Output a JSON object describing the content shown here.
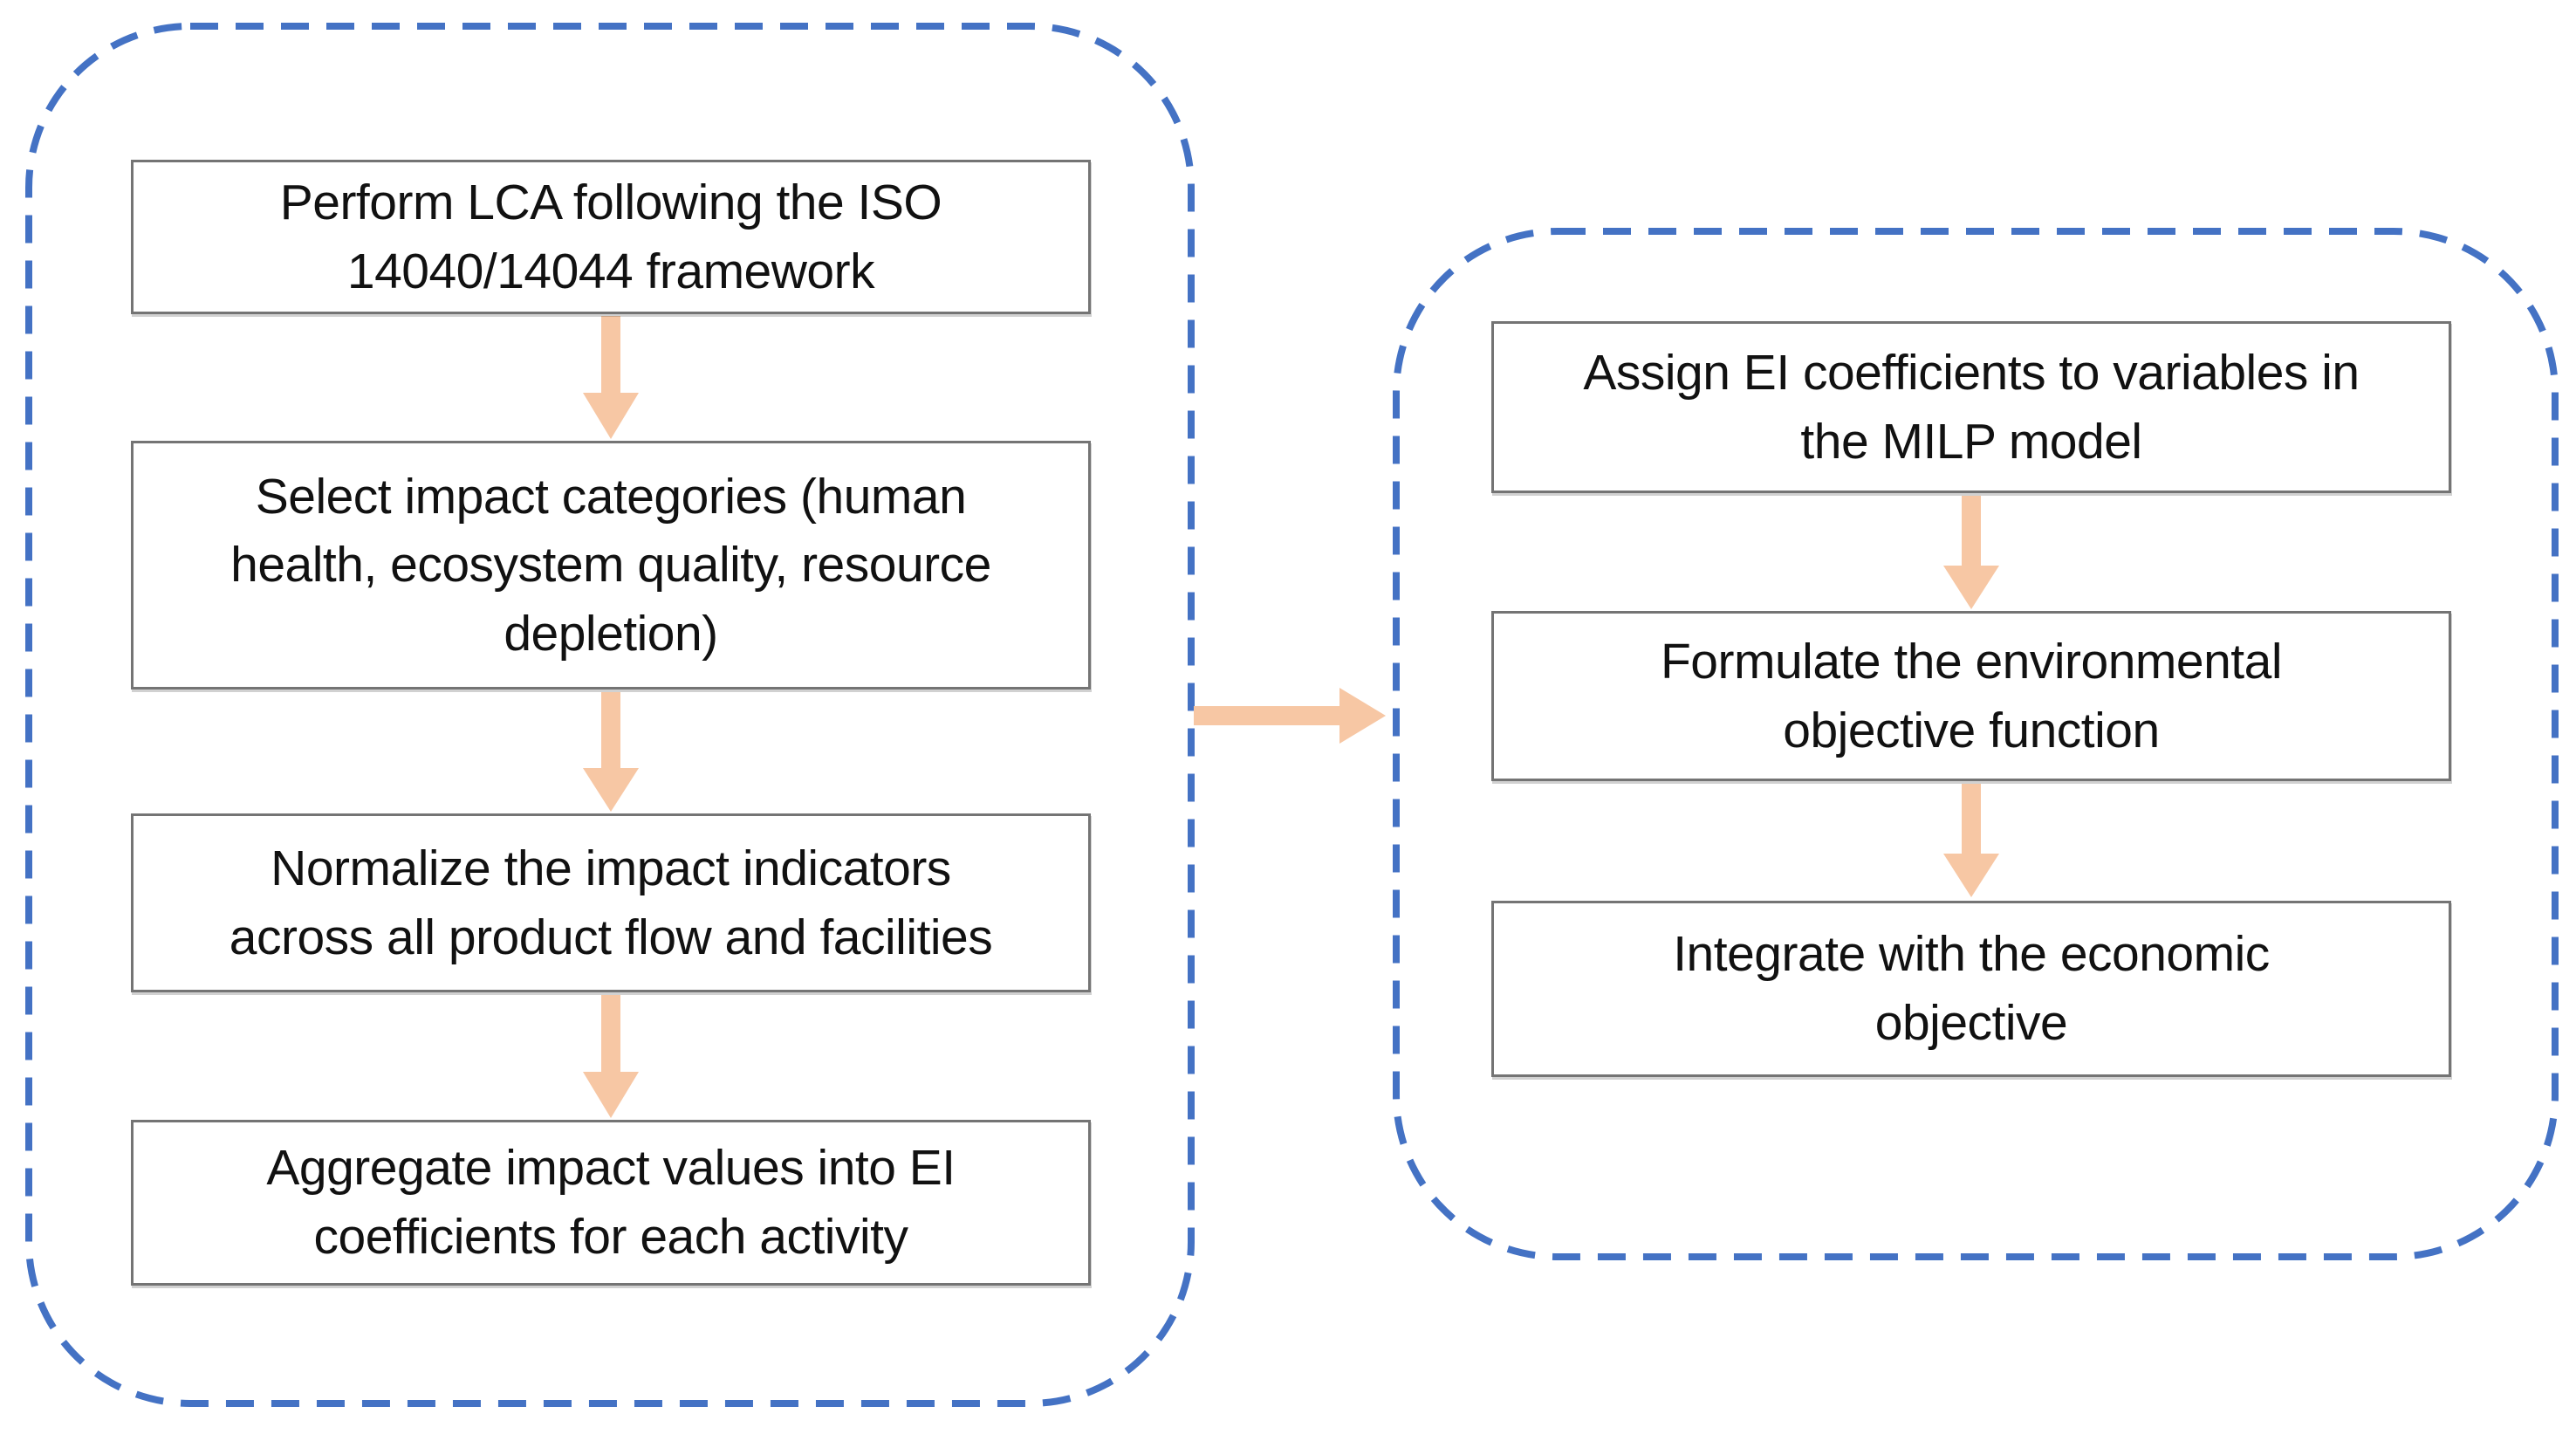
{
  "colors": {
    "container_dash_blue": "#4472C4",
    "arrow_peach": "#F7C7A4",
    "box_border_gray": "#747474",
    "text": "#111111",
    "background": "#FFFFFF"
  },
  "left_panel": {
    "boxes": [
      {
        "lines": [
          "Perform LCA following the ISO",
          "14040/14044 framework"
        ]
      },
      {
        "lines": [
          "Select impact categories (human",
          "health, ecosystem quality, resource",
          "depletion)"
        ]
      },
      {
        "lines": [
          "Normalize the impact indicators",
          "across all product flow and facilities"
        ]
      },
      {
        "lines": [
          "Aggregate impact values into EI",
          "coefficients for each activity"
        ]
      }
    ]
  },
  "right_panel": {
    "boxes": [
      {
        "lines": [
          "Assign EI coefficients to variables in",
          "the MILP model"
        ]
      },
      {
        "lines": [
          "Formulate the environmental",
          "objective function"
        ]
      },
      {
        "lines": [
          "Integrate with the economic",
          "objective"
        ]
      }
    ]
  },
  "arrows": [
    {
      "from": "Perform LCA following the ISO 14040/14044 framework",
      "to": "Select impact categories (human health, ecosystem quality, resource depletion)",
      "direction": "down"
    },
    {
      "from": "Select impact categories (human health, ecosystem quality, resource depletion)",
      "to": "Normalize the impact indicators across all product flow and facilities",
      "direction": "down"
    },
    {
      "from": "Normalize the impact indicators across all product flow and facilities",
      "to": "Aggregate impact values into EI coefficients for each activity",
      "direction": "down"
    },
    {
      "from": "left-group",
      "to": "right-group",
      "direction": "right"
    },
    {
      "from": "Assign EI coefficients to variables in the MILP model",
      "to": "Formulate the environmental objective function",
      "direction": "down"
    },
    {
      "from": "Formulate the environmental objective function",
      "to": "Integrate with the economic objective",
      "direction": "down"
    }
  ]
}
